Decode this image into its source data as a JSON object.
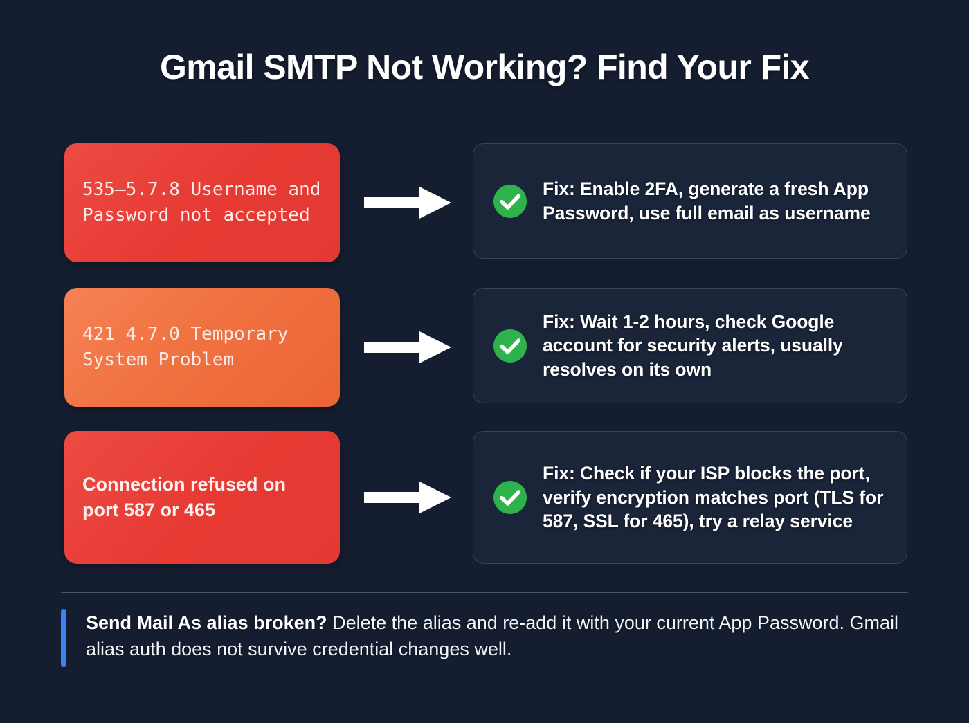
{
  "title": "Gmail SMTP Not Working? Find Your Fix",
  "colors": {
    "background": "#151E30",
    "error_red": "#E8413A",
    "error_orange": "#F0703F",
    "fix_card_bg": "#1B2539",
    "fix_card_border": "#38435C",
    "check_green": "#2EB24C",
    "accent_blue": "#3B82F6",
    "divider": "#4A5568",
    "text_white": "#FFFFFF"
  },
  "rows": [
    {
      "error": "535–5.7.8 Username and Password not accepted",
      "error_style": "mono",
      "error_color": "red",
      "arrow": "right-arrow-icon",
      "check": "check-circle-icon",
      "fix": "Fix: Enable 2FA, generate a fresh App Password, use full email as username"
    },
    {
      "error": "421 4.7.0 Temporary System Problem",
      "error_style": "mono",
      "error_color": "orange",
      "arrow": "right-arrow-icon",
      "check": "check-circle-icon",
      "fix": "Fix: Wait 1-2 hours, check Google account for security alerts, usually resolves on its own"
    },
    {
      "error": "Connection refused on port 587 or 465",
      "error_style": "sans",
      "error_color": "red",
      "arrow": "right-arrow-icon",
      "check": "check-circle-icon",
      "fix": "Fix: Check if your ISP blocks the port, verify encryption matches port (TLS for 587, SSL for 465), try a relay service"
    }
  ],
  "footer": {
    "lead": "Send Mail As alias broken?",
    "body": " Delete the alias and re-add it with your current App Password. Gmail alias auth does not survive credential changes well."
  }
}
